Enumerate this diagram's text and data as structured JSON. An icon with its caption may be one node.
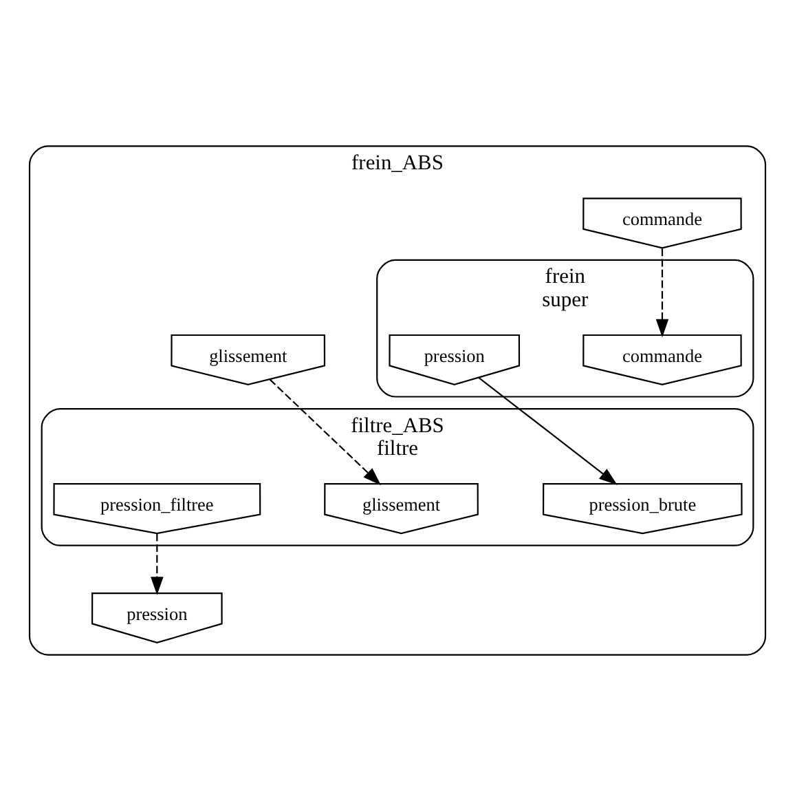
{
  "diagram": {
    "nodes": [
      {
        "text": [
          "frein_ABS"
        ]
      },
      {
        "text": [
          "commande"
        ],
        "in": 0
      },
      {
        "text": [
          "glissement"
        ],
        "in": 0
      },
      {
        "text": [
          "frein",
          "super"
        ],
        "in": 0
      },
      {
        "text": [
          "commande"
        ],
        "in": 3
      },
      {
        "text": [
          "pression"
        ],
        "in": 3
      },
      {
        "text": [
          "filtre_ABS",
          "filtre"
        ],
        "in": 0
      },
      {
        "text": [
          "pression_brute"
        ],
        "in": 6
      },
      {
        "text": [
          "glissement"
        ],
        "in": 6
      },
      {
        "text": [
          "pression_filtree"
        ],
        "in": 6
      },
      {
        "text": [
          "pression"
        ],
        "in": 0
      }
    ],
    "edges": [
      {
        "from": 1,
        "to": 4,
        "arrow": "to",
        "style": "dashed"
      },
      {
        "from": 2,
        "to": 8,
        "arrow": "to",
        "style": "dashed"
      },
      {
        "from": 5,
        "to": 7,
        "arrow": "to"
      },
      {
        "from": 9,
        "to": 10,
        "arrow": "to",
        "style": "dashed"
      }
    ]
  }
}
